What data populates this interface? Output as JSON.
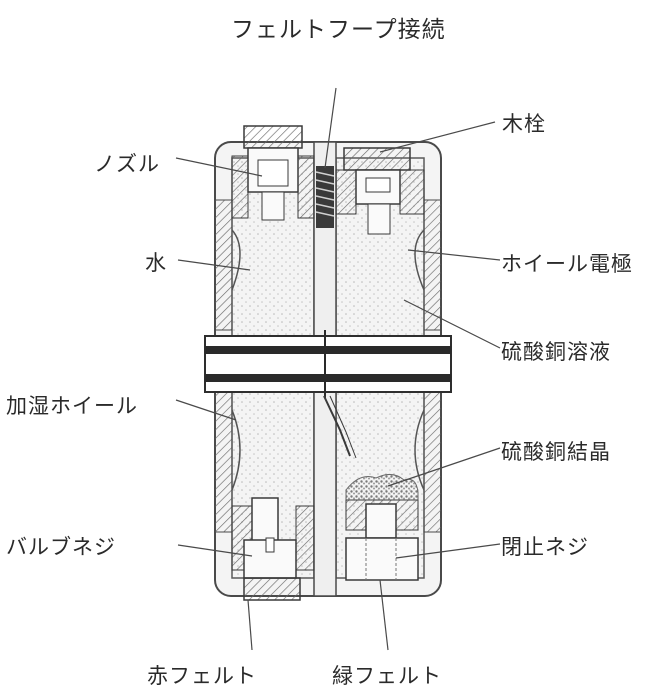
{
  "diagram": {
    "title": "フェルトフープ接続",
    "labels": {
      "nozzle": "ノズル",
      "water": "水",
      "humidifier_wheel": "加湿ホイール",
      "valve_screw": "バルブネジ",
      "wooden_plug": "木栓",
      "wheel_electrode": "ホイール電極",
      "copper_sulfate_solution": "硫酸銅溶液",
      "copper_sulfate_crystal": "硫酸銅結晶",
      "closing_screw": "閉止ネジ",
      "red_felt": "赤フェルト",
      "green_felt": "緑フェルト"
    }
  }
}
